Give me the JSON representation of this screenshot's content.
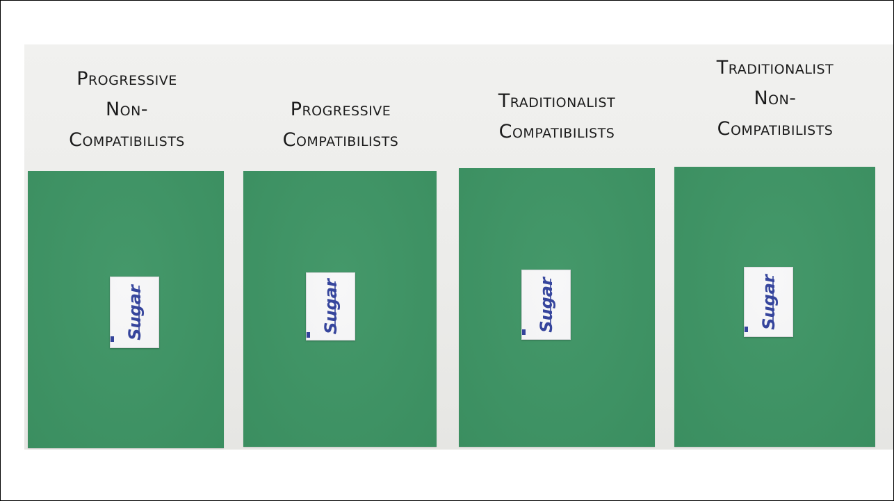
{
  "columns": [
    {
      "label_lines": [
        "Progressive",
        "Non-",
        "Compatibilists"
      ],
      "packet_text": "Sugar"
    },
    {
      "label_lines": [
        "Progressive",
        "Compatibilists"
      ],
      "packet_text": "Sugar"
    },
    {
      "label_lines": [
        "Traditionalist",
        "Compatibilists"
      ],
      "packet_text": "Sugar"
    },
    {
      "label_lines": [
        "Traditionalist",
        "Non-",
        "Compatibilists"
      ],
      "packet_text": "Sugar"
    }
  ],
  "colors": {
    "paper_green": "#3d9464",
    "packet_brand": "#2f3f9a",
    "background": "#ececea"
  }
}
